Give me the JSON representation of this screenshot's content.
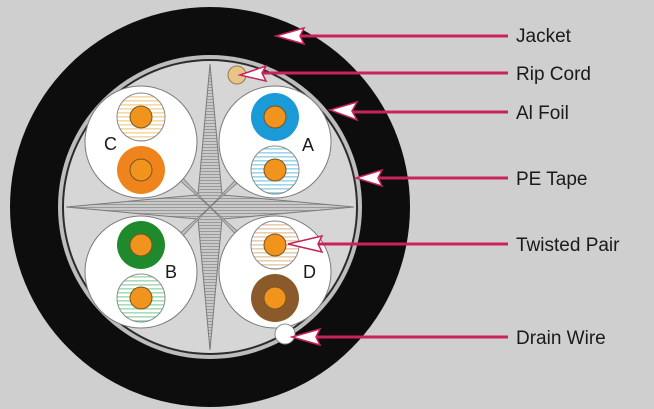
{
  "diagram": {
    "labels": {
      "jacket": "Jacket",
      "rip_cord": "Rip Cord",
      "al_foil": "Al Foil",
      "pe_tape": "PE Tape",
      "twisted_pair": "Twisted Pair",
      "drain_wire": "Drain Wire"
    },
    "pairs": {
      "a": "A",
      "b": "B",
      "c": "C",
      "d": "D"
    },
    "colors": {
      "background": "#cfcfcf",
      "jacket": "#0d0d0d",
      "core": "#d3d3d3",
      "arrow": "#c8235a",
      "copper": "#f0941e",
      "blue": "#1a9ad6",
      "orange": "#f0841c",
      "green": "#1f8a2c",
      "brown": "#8a5a2b",
      "stripe_blue": "#9fd6e8",
      "stripe_orange": "#f3d9a8",
      "stripe_green": "#a8ddb8",
      "stripe_brown": "#e6cfb4"
    }
  }
}
